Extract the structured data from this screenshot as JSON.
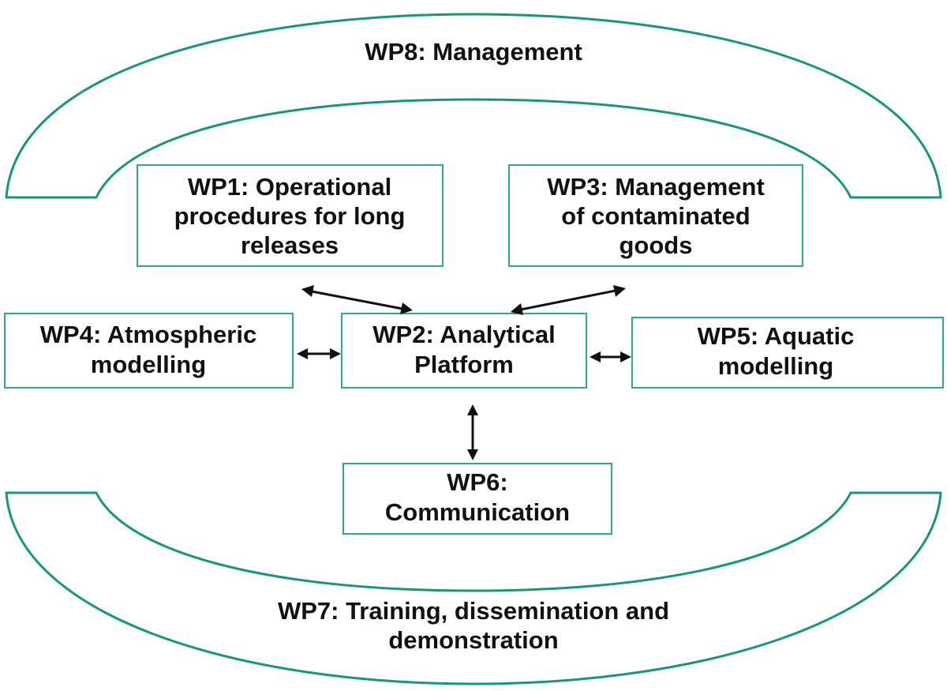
{
  "diagram": {
    "wp8": {
      "line1": "WP8: Management"
    },
    "wp1": {
      "line1": "WP1: Operational",
      "line2": "procedures for long",
      "line3": "releases"
    },
    "wp3": {
      "line1": "WP3: Management",
      "line2": "of contaminated",
      "line3": "goods"
    },
    "wp4": {
      "line1": "WP4: Atmospheric",
      "line2": "modelling"
    },
    "wp2": {
      "line1": "WP2: Analytical",
      "line2": "Platform"
    },
    "wp5": {
      "line1": "WP5: Aquatic",
      "line2": "modelling"
    },
    "wp6": {
      "line1": "WP6:",
      "line2": "Communication"
    },
    "wp7": {
      "line1": "WP7: Training, dissemination and",
      "line2": "demonstration"
    }
  },
  "colors": {
    "arc_stroke": "#17977a",
    "box_stroke": "#2fa886",
    "text": "#111111",
    "arrow": "#111111"
  }
}
